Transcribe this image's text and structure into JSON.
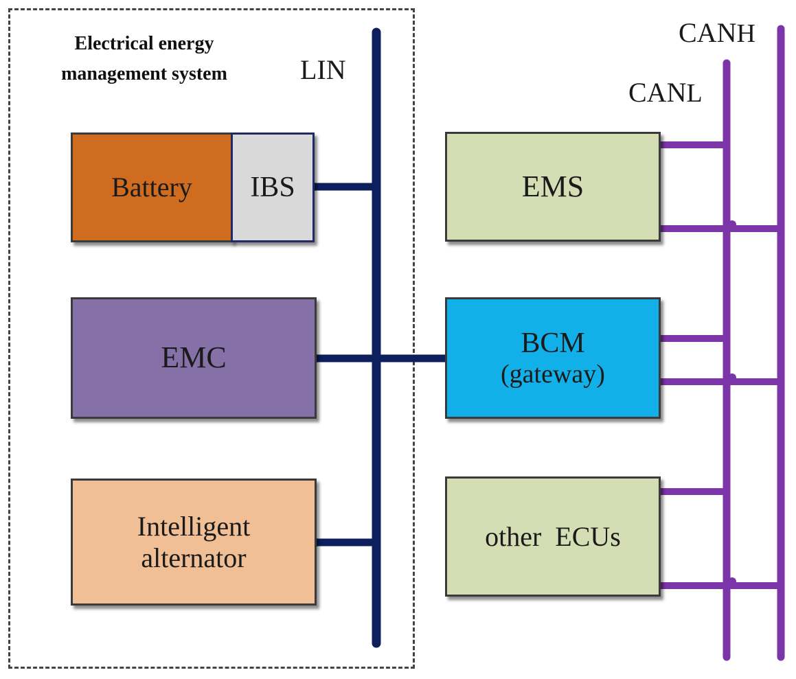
{
  "system": {
    "title_line1": "Electrical energy",
    "title_line2": "management system"
  },
  "bus_labels": {
    "lin": "LIN",
    "canh_main": "CAN",
    "canh_sub": "H",
    "canl_main": "CAN",
    "canl_sub": "L"
  },
  "modules": {
    "battery": "Battery",
    "ibs": "IBS",
    "emc": "EMC",
    "alternator_line1": "Intelligent",
    "alternator_line2": "alternator",
    "ems": "EMS",
    "bcm_line1": "BCM",
    "bcm_line2": "(gateway)",
    "other_ecus": "other  ECUs"
  },
  "colors": {
    "lin_bus": "#0d1f5c",
    "can_bus": "#7b35a8",
    "battery": "#cf6c1f",
    "ibs": "#d9d9d9",
    "emc": "#8670a8",
    "alternator": "#f1bf95",
    "ecu": "#d4ddb3",
    "bcm": "#12b0e8"
  }
}
